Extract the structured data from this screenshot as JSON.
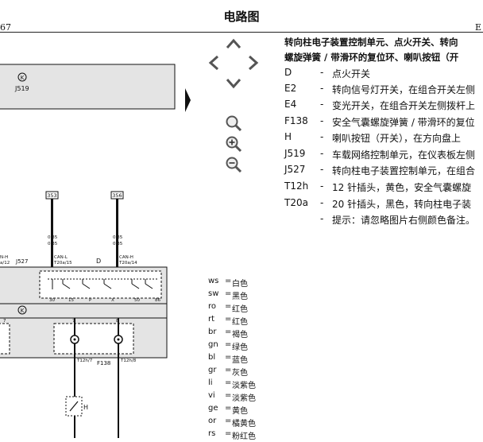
{
  "header": {
    "title": "电路图",
    "page_left": "67",
    "page_right": "E"
  },
  "diagram": {
    "relay_badge": "K",
    "unit_j519": "J519",
    "fuse_353": "353",
    "fuse_356": "356",
    "wire_ref_left": "0.35",
    "wire_ref_right": "0.35",
    "wire_size_left": "0.35",
    "wire_size_right": "0.35",
    "can_left_1": "CAN-L",
    "can_left_2": "T20a/15",
    "can_right_1": "CAN-H",
    "can_right_2": "T20a/14",
    "left_cut_1": "N-H",
    "left_cut_2": "a/12",
    "unit_j527": "J527",
    "unit_d": "D",
    "pins": [
      "30",
      "15",
      "P",
      "X",
      "50",
      "86"
    ],
    "ground_badge": "K",
    "pin_left": "7",
    "pin_right": "8",
    "conn_left": "T12h/7",
    "conn_right": "T12h/8",
    "unit_f138": "F138",
    "horn_label": "H"
  },
  "nav": {
    "up_icon": "chevron-up-icon",
    "left_icon": "chevron-left-icon",
    "right_icon": "chevron-right-icon",
    "down_icon": "chevron-down-icon",
    "zoom_fit_icon": "zoom-fit-icon",
    "zoom_in_icon": "zoom-in-icon",
    "zoom_out_icon": "zoom-out-icon"
  },
  "panel": {
    "title_line1": "转向柱电子装置控制单元、点火开关、转向",
    "title_line2": "螺旋弹簧 / 带滑环的复位环、喇叭按钮（开",
    "legend": [
      {
        "code": "D",
        "desc": "点火开关"
      },
      {
        "code": "E2",
        "desc": "转向信号灯开关，在组合开关左侧"
      },
      {
        "code": "E4",
        "desc": "变光开关，在组合开关左侧拨杆上"
      },
      {
        "code": "F138",
        "desc": "安全气囊螺旋弹簧 / 带滑环的复位"
      },
      {
        "code": "H",
        "desc": "喇叭按钮（开关），在方向盘上"
      },
      {
        "code": "J519",
        "desc": "车载网络控制单元，在仪表板左侧"
      },
      {
        "code": "J527",
        "desc": "转向柱电子装置控制单元，在组合"
      },
      {
        "code": "T12h",
        "desc": "12 针插头，黄色，安全气囊螺旋"
      },
      {
        "code": "T20a",
        "desc": "20 针插头，黑色，转向柱电子装"
      },
      {
        "code": "",
        "desc": "提示：请忽略图片右侧颜色备注。"
      }
    ]
  },
  "color_key": [
    {
      "code": "ws",
      "name": "白色"
    },
    {
      "code": "sw",
      "name": "黑色"
    },
    {
      "code": "ro",
      "name": "红色"
    },
    {
      "code": "rt",
      "name": "红色"
    },
    {
      "code": "br",
      "name": "褐色"
    },
    {
      "code": "gn",
      "name": "绿色"
    },
    {
      "code": "bl",
      "name": "蓝色"
    },
    {
      "code": "gr",
      "name": "灰色"
    },
    {
      "code": "li",
      "name": "淡紫色"
    },
    {
      "code": "vi",
      "name": "淡紫色"
    },
    {
      "code": "ge",
      "name": "黄色"
    },
    {
      "code": "or",
      "name": "橘黄色"
    },
    {
      "code": "rs",
      "name": "粉红色"
    }
  ],
  "colors": {
    "box_fill": "#e4e4e4",
    "line": "#111111"
  }
}
